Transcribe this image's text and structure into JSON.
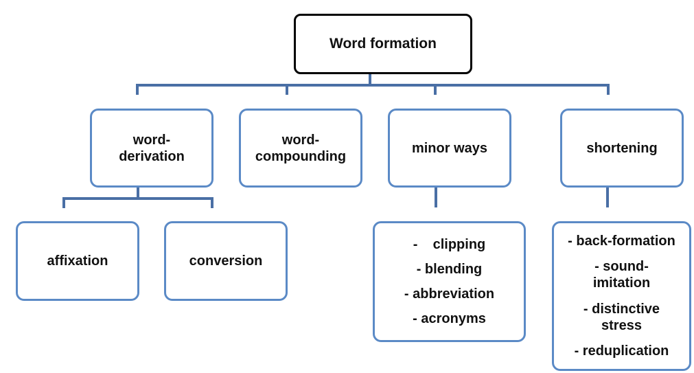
{
  "root": {
    "label": "Word formation"
  },
  "level1": [
    {
      "label_lines": [
        "word-",
        "derivation"
      ]
    },
    {
      "label_lines": [
        "word-",
        "compounding"
      ]
    },
    {
      "label_lines": [
        "minor ways"
      ]
    },
    {
      "label_lines": [
        "shortening"
      ]
    }
  ],
  "derivation_children": [
    {
      "label": "affixation"
    },
    {
      "label": "conversion"
    }
  ],
  "minor_ways_items": [
    "-    clipping",
    "- blending",
    "- abbreviation",
    "- acronyms"
  ],
  "shortening_items": [
    {
      "lines": [
        "- back-formation"
      ]
    },
    {
      "lines": [
        "- sound-",
        "imitation"
      ]
    },
    {
      "lines": [
        "- distinctive",
        "stress"
      ]
    },
    {
      "lines": [
        "- reduplication"
      ]
    }
  ],
  "colors": {
    "box_border": "#5b8ac6",
    "connector": "#4a6fa5",
    "root_border": "#000000"
  }
}
